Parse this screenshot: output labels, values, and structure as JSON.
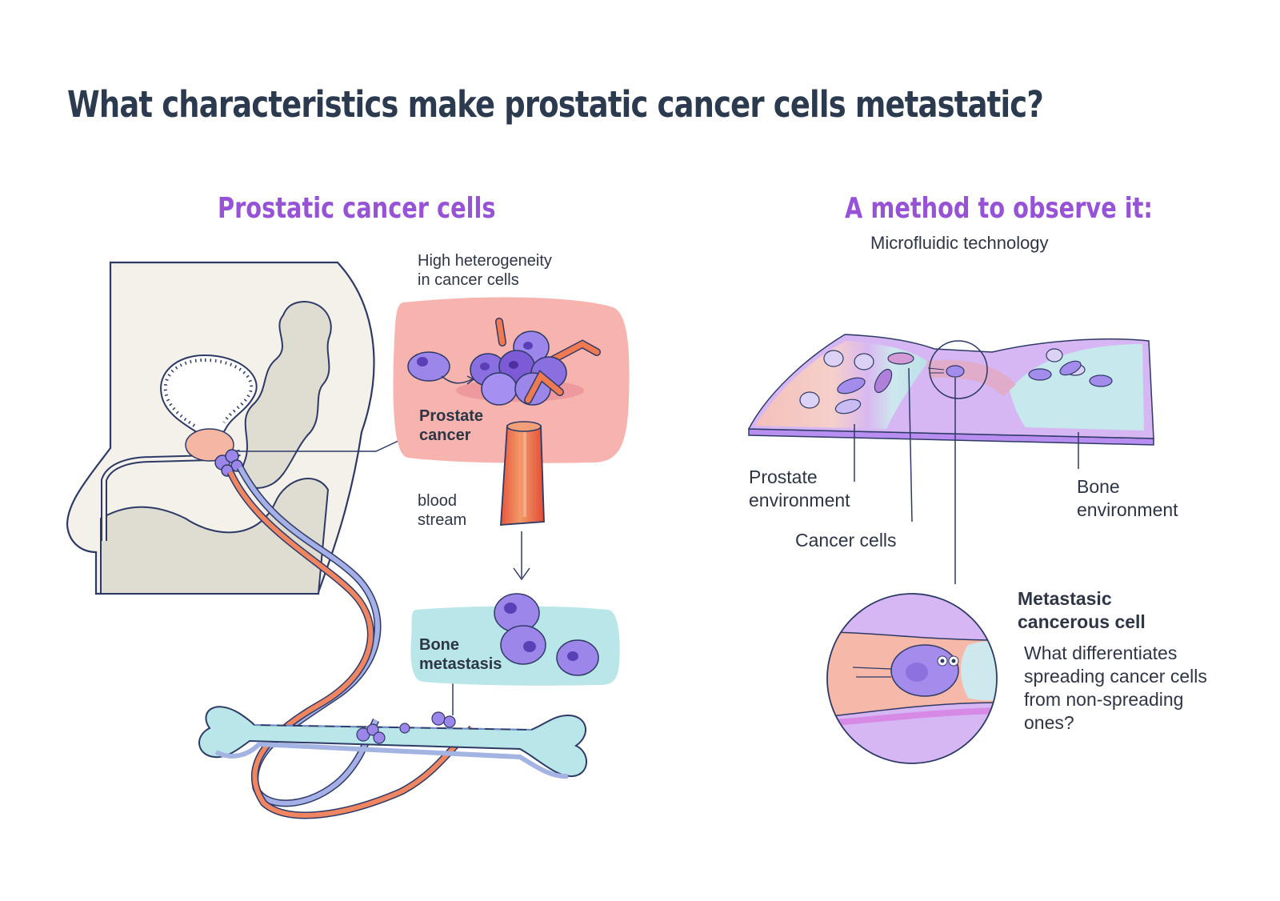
{
  "title": "What characteristics make prostatic cancer cells metastatic?",
  "left": {
    "heading": "Prostatic cancer cells",
    "heterogeneity": "High heterogeneity\nin cancer cells",
    "prostate_cancer": "Prostate\ncancer",
    "blood_stream": "blood\nstream",
    "bone_metastasis": "Bone\nmetastasis"
  },
  "right": {
    "heading": "A method to observe it:",
    "subheading": "Microfluidic technology",
    "prostate_environment": "Prostate\nenvironment",
    "cancer_cells": "Cancer cells",
    "bone_environment": "Bone\nenvironment",
    "metastasic_title": "Metastasic\ncancerous cell",
    "metastasic_question": "What differentiates\nspreading cancer cells\nfrom non-spreading\nones?"
  },
  "colors": {
    "title": "#2b3a4e",
    "accent_purple": "#9653d6",
    "pink_box": "#f7b3ae",
    "cyan_box": "#b9e6e8",
    "vessel_orange": "#ef7a52",
    "cell_purple": "#9a85e6"
  }
}
